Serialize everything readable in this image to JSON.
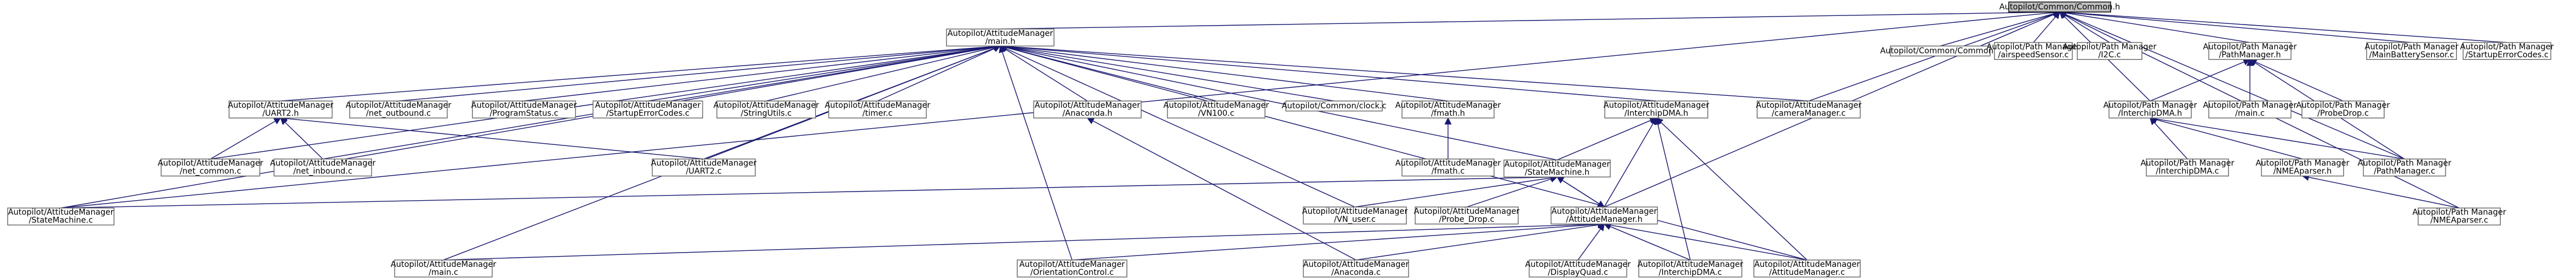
{
  "edge_color": "#191970",
  "root_fill": "#bfbfbf",
  "nodes": [
    {
      "id": "root",
      "lines": [
        "Autopilot/Common/Common.h"
      ]
    },
    {
      "id": "main_h",
      "lines": [
        "Autopilot/AttitudeManager",
        "/main.h"
      ]
    },
    {
      "id": "common_c",
      "lines": [
        "Autopilot/Common/Common.c"
      ]
    },
    {
      "id": "airspeed",
      "lines": [
        "Autopilot/Path Manager",
        "/airspeedSensor.c"
      ]
    },
    {
      "id": "i2c",
      "lines": [
        "Autopilot/Path Manager",
        "/I2C.c"
      ]
    },
    {
      "id": "pm_h",
      "lines": [
        "Autopilot/Path Manager",
        "/PathManager.h"
      ]
    },
    {
      "id": "mainbatt",
      "lines": [
        "Autopilot/Path Manager",
        "/MainBatterySensor.c"
      ]
    },
    {
      "id": "starterr_pm",
      "lines": [
        "Autopilot/Path Manager",
        "/StartupErrorCodes.c"
      ]
    },
    {
      "id": "uart2h",
      "lines": [
        "Autopilot/AttitudeManager",
        "/UART2.h"
      ]
    },
    {
      "id": "net_out",
      "lines": [
        "Autopilot/AttitudeManager",
        "/net_outbound.c"
      ]
    },
    {
      "id": "progstat",
      "lines": [
        "Autopilot/AttitudeManager",
        "/ProgramStatus.c"
      ]
    },
    {
      "id": "starterr_am",
      "lines": [
        "Autopilot/AttitudeManager",
        "/StartupErrorCodes.c"
      ]
    },
    {
      "id": "stringutils",
      "lines": [
        "Autopilot/AttitudeManager",
        "/StringUtils.c"
      ]
    },
    {
      "id": "timer",
      "lines": [
        "Autopilot/AttitudeManager",
        "/timer.c"
      ]
    },
    {
      "id": "anaconda_h",
      "lines": [
        "Autopilot/AttitudeManager",
        "/Anaconda.h"
      ]
    },
    {
      "id": "vn100",
      "lines": [
        "Autopilot/AttitudeManager",
        "/VN100.c"
      ]
    },
    {
      "id": "clock",
      "lines": [
        "Autopilot/Common/clock.c"
      ]
    },
    {
      "id": "fmath_h",
      "lines": [
        "Autopilot/AttitudeManager",
        "/fmath.h"
      ]
    },
    {
      "id": "ichipdma_h_am",
      "lines": [
        "Autopilot/AttitudeManager",
        "/InterchipDMA.h"
      ]
    },
    {
      "id": "camera",
      "lines": [
        "Autopilot/AttitudeManager",
        "/cameraManager.c"
      ]
    },
    {
      "id": "pm_main",
      "lines": [
        "Autopilot/Path Manager",
        "/main.c"
      ]
    },
    {
      "id": "probedrop_pm",
      "lines": [
        "Autopilot/Path Manager",
        "/ProbeDrop.c"
      ]
    },
    {
      "id": "ichipdma_h_pm",
      "lines": [
        "Autopilot/Path Manager",
        "/InterchipDMA.h"
      ]
    },
    {
      "id": "net_common",
      "lines": [
        "Autopilot/AttitudeManager",
        "/net_common.c"
      ]
    },
    {
      "id": "net_in",
      "lines": [
        "Autopilot/AttitudeManager",
        "/net_inbound.c"
      ]
    },
    {
      "id": "uart2c",
      "lines": [
        "Autopilot/AttitudeManager",
        "/UART2.c"
      ]
    },
    {
      "id": "fmath_c",
      "lines": [
        "Autopilot/AttitudeManager",
        "/fmath.c"
      ]
    },
    {
      "id": "statemachine_h",
      "lines": [
        "Autopilot/AttitudeManager",
        "/StateMachine.h"
      ]
    },
    {
      "id": "ichipdma_c_pm",
      "lines": [
        "Autopilot/Path Manager",
        "/InterchipDMA.c"
      ]
    },
    {
      "id": "nmeaparser_h",
      "lines": [
        "Autopilot/Path Manager",
        "/NMEAparser.h"
      ]
    },
    {
      "id": "pm_c",
      "lines": [
        "Autopilot/Path Manager",
        "/PathManager.c"
      ]
    },
    {
      "id": "statemachine_c",
      "lines": [
        "Autopilot/AttitudeManager",
        "/StateMachine.c"
      ]
    },
    {
      "id": "vn_user",
      "lines": [
        "Autopilot/AttitudeManager",
        "/VN_user.c"
      ]
    },
    {
      "id": "probe_drop_am",
      "lines": [
        "Autopilot/AttitudeManager",
        "/Probe_Drop.c"
      ]
    },
    {
      "id": "am_h",
      "lines": [
        "Autopilot/AttitudeManager",
        "/AttitudeManager.h"
      ]
    },
    {
      "id": "nmeaparser_c",
      "lines": [
        "Autopilot/Path Manager",
        "/NMEAparser.c"
      ]
    },
    {
      "id": "am_main_c",
      "lines": [
        "Autopilot/AttitudeManager",
        "/main.c"
      ]
    },
    {
      "id": "orient",
      "lines": [
        "Autopilot/AttitudeManager",
        "/OrientationControl.c"
      ]
    },
    {
      "id": "anaconda_c",
      "lines": [
        "Autopilot/AttitudeManager",
        "/Anaconda.c"
      ]
    },
    {
      "id": "dispquad",
      "lines": [
        "Autopilot/AttitudeManager",
        "/DisplayQuad.c"
      ]
    },
    {
      "id": "ichipdma_c_am",
      "lines": [
        "Autopilot/AttitudeManager",
        "/InterchipDMA.c"
      ]
    },
    {
      "id": "am_c",
      "lines": [
        "Autopilot/AttitudeManager",
        "/AttitudeManager.c"
      ]
    }
  ]
}
